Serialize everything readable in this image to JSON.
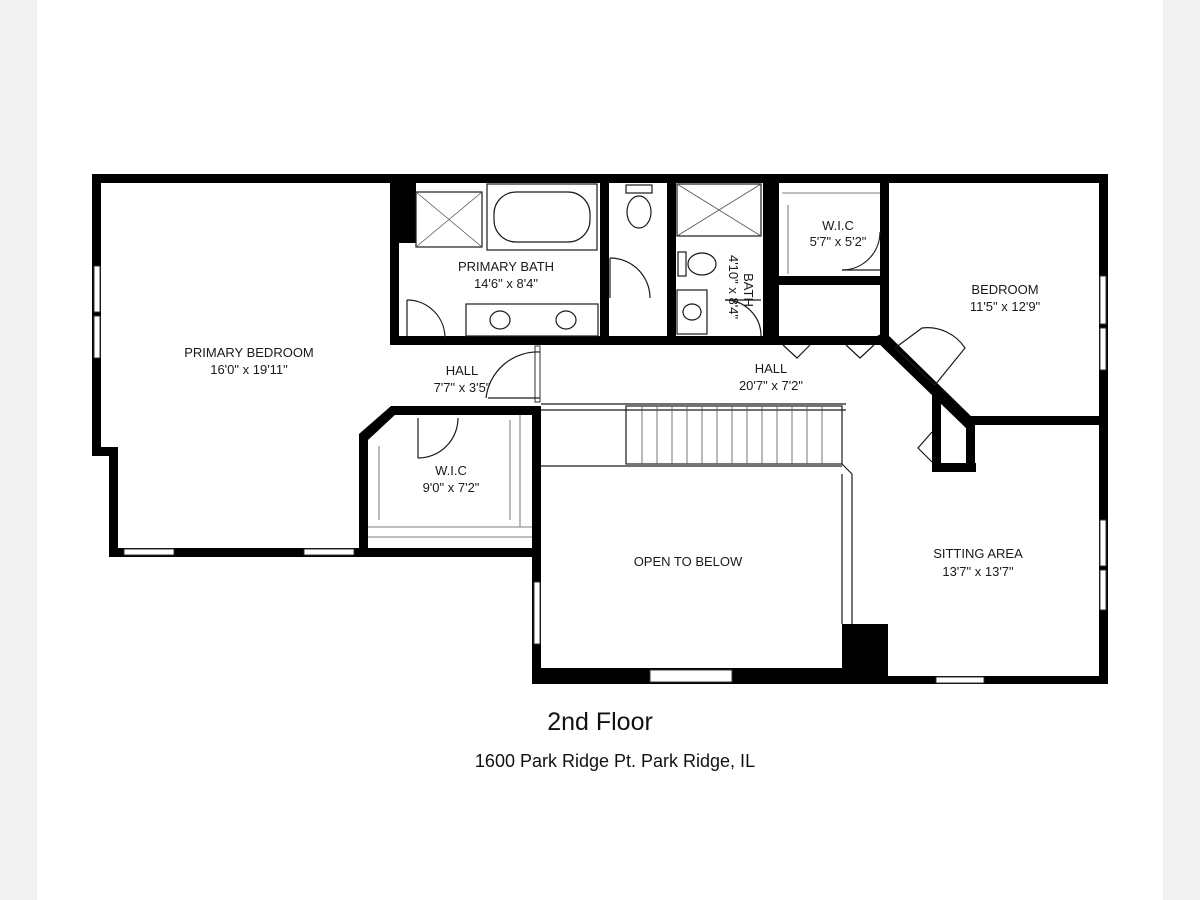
{
  "floor_title": "2nd Floor",
  "address": "1600 Park Ridge Pt. Park Ridge, IL",
  "rooms": [
    {
      "name": "PRIMARY BEDROOM",
      "dims": "16'0\" x 19'11\""
    },
    {
      "name": "PRIMARY BATH",
      "dims": "14'6\" x 8'4\""
    },
    {
      "name": "W.I.C",
      "dims": "5'7\" x 5'2\""
    },
    {
      "name": "BATH",
      "dims": "4'10\" x 8'4\""
    },
    {
      "name": "BEDROOM",
      "dims": "11'5\" x 12'9\""
    },
    {
      "name": "HALL",
      "dims": "7'7\" x 3'5\""
    },
    {
      "name": "HALL",
      "dims": "20'7\" x 7'2\""
    },
    {
      "name": "W.I.C",
      "dims": "9'0\" x 7'2\""
    },
    {
      "name": "OPEN TO BELOW",
      "dims": ""
    },
    {
      "name": "SITTING AREA",
      "dims": "13'7\" x 13'7\""
    }
  ]
}
